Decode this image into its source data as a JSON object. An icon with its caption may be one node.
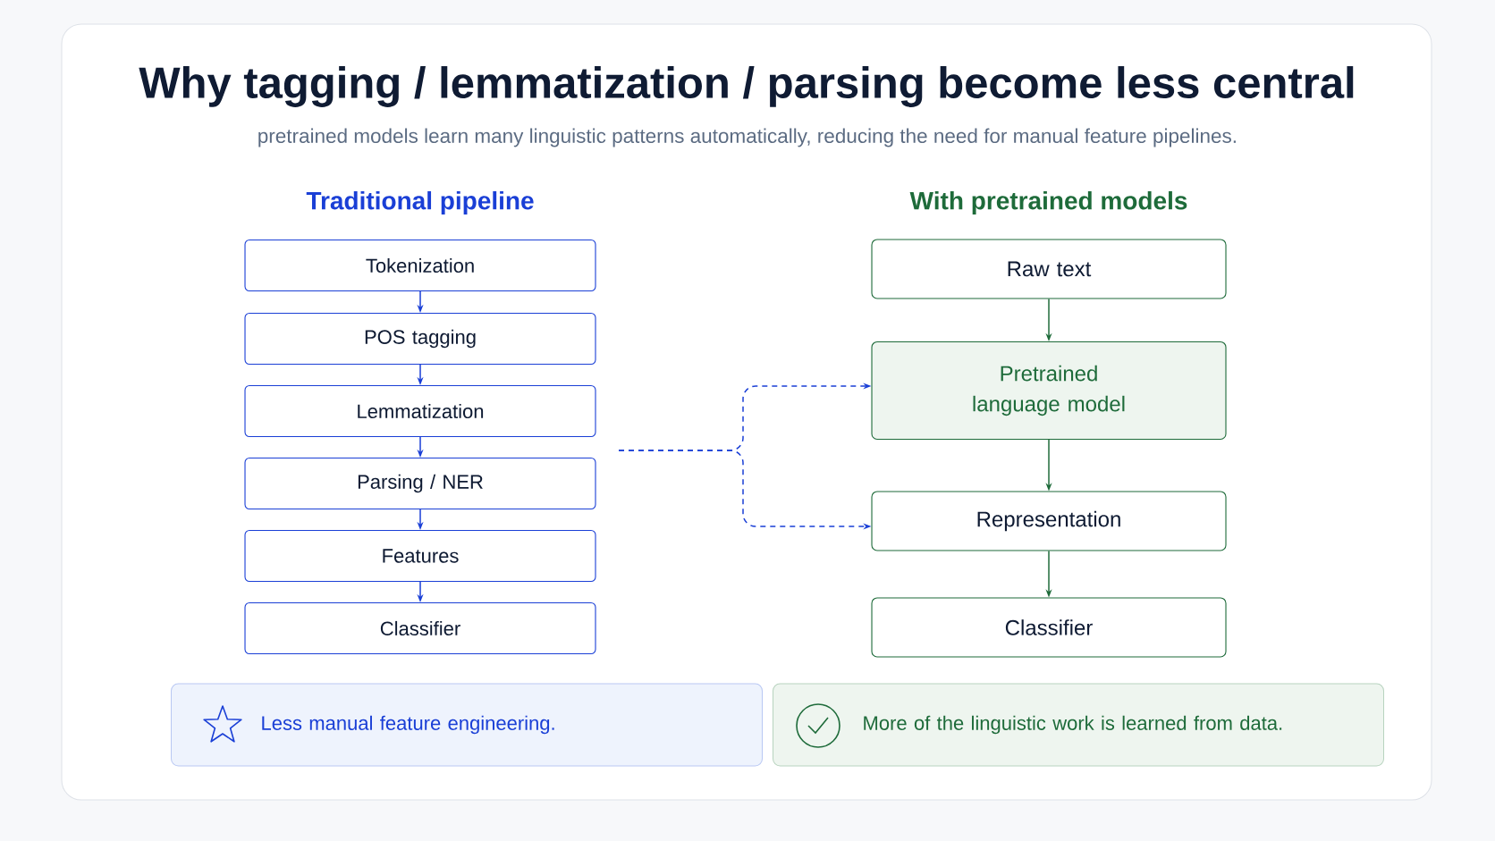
{
  "diagram": {
    "title": "Why tagging / lemmatization / parsing become less central",
    "caption": "pretrained models learn many linguistic patterns automatically, reducing the need for manual feature pipelines.",
    "nodes": [
      {
        "text": [
          "Tokenization"
        ]
      },
      {
        "text": [
          "POS tagging"
        ]
      },
      {
        "text": [
          "Lemmatization"
        ]
      },
      {
        "text": [
          "Parsing / NER"
        ]
      },
      {
        "text": [
          "Features"
        ]
      },
      {
        "text": [
          "Classifier"
        ]
      },
      {
        "text": [
          "Raw text"
        ]
      },
      {
        "text": [
          "Pretrained language model"
        ]
      },
      {
        "text": [
          "Representation"
        ]
      },
      {
        "text": [
          "Classifier"
        ]
      },
      {
        "text": [
          "Less manual feature engineering."
        ]
      },
      {
        "text": [
          "More of the linguistic work is learned from data."
        ]
      }
    ],
    "edges": [
      {
        "from": 0,
        "to": 1,
        "arrow": "to"
      },
      {
        "from": 1,
        "to": 2,
        "arrow": "to"
      },
      {
        "from": 2,
        "to": 3,
        "arrow": "to"
      },
      {
        "from": 3,
        "to": 4,
        "arrow": "to"
      },
      {
        "from": 4,
        "to": 5,
        "arrow": "to"
      },
      {
        "from": 6,
        "to": 7,
        "arrow": "to",
        "color": "#1e6b3a"
      },
      {
        "from": 7,
        "to": 8,
        "arrow": "to",
        "color": "#1e6b3a"
      },
      {
        "from": 8,
        "to": 9,
        "arrow": "to",
        "color": "#1e6b3a"
      },
      {
        "from": null,
        "to": 7,
        "arrow": "to",
        "style": "dashed"
      },
      {
        "from": null,
        "to": 8,
        "arrow": "to",
        "style": "dashed"
      }
    ],
    "labels": [
      "Traditional pipeline",
      "With pretrained models"
    ]
  }
}
